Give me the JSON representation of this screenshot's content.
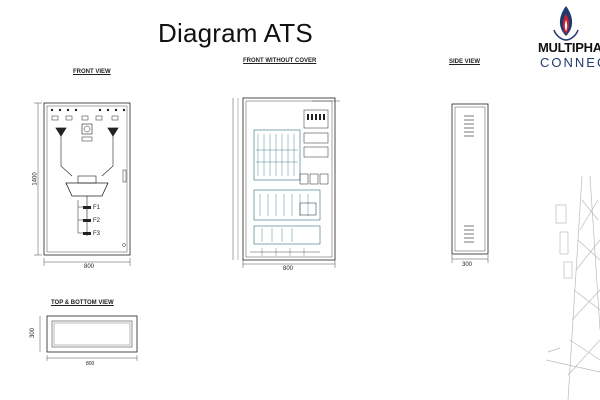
{
  "slide": {
    "title": "Diagram ATS"
  },
  "views": {
    "front_view": "FRONT VIEW",
    "front_without_cover": "FRONT WITHOUT COVER",
    "side_view": "SIDE VIEW",
    "top_bottom_view": "TOP & BOTTOM VIEW"
  },
  "dimensions": {
    "front_width": "800",
    "front_height": "1400",
    "inner_width": "800",
    "side_width": "300",
    "top_depth": "300",
    "top_width": "800"
  },
  "labels": {
    "f1": "F1",
    "f2": "F2",
    "f3": "F3"
  },
  "logo": {
    "line1": "MULTIPHA",
    "line2": "CONNEC",
    "brand_blue": "#1f3a6e",
    "brand_red": "#d0202a"
  }
}
